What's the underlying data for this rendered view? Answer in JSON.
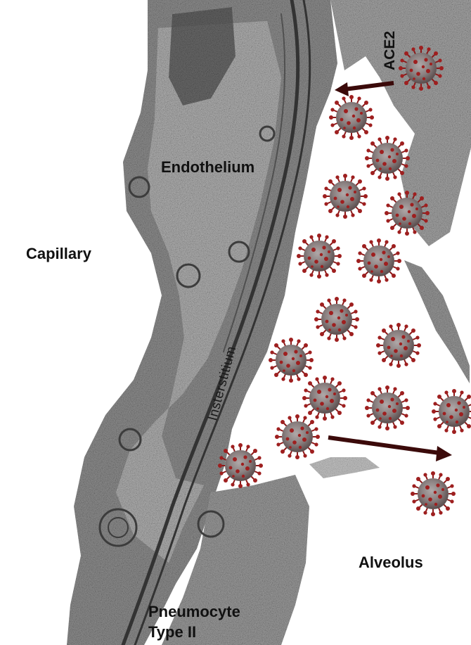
{
  "labels": {
    "ace2": "ACE2",
    "endothelium": "Endothelium",
    "capillary": "Capillary",
    "interstitium": "Insterstitium",
    "alveolus": "Alveolus",
    "pneumocyte_line1": "Pneumocyte",
    "pneumocyte_line2": "Type II"
  },
  "colors": {
    "arrow": "#3b0a0a",
    "virus": "#8b1a1a",
    "tissue": "#8a8a8a",
    "membrane": "#3a3a3a"
  }
}
